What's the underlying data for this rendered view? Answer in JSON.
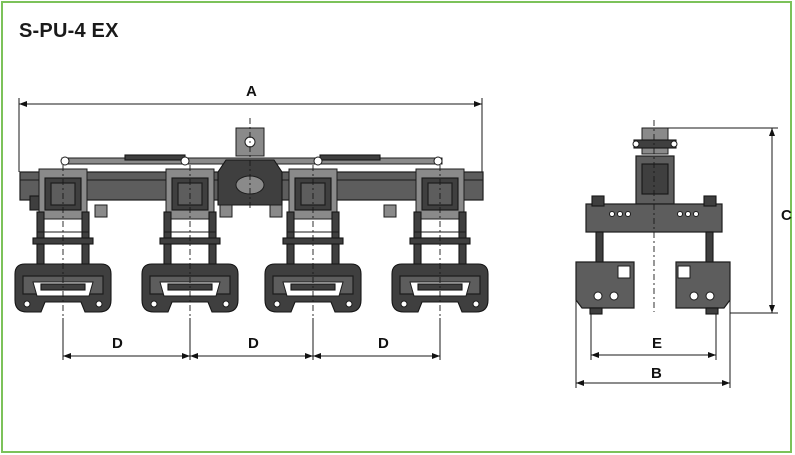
{
  "title": "S-PU-4 EX",
  "dimensions": {
    "A": "A",
    "B": "B",
    "C": "C",
    "D": "D",
    "E": "E"
  },
  "colors": {
    "frame": "#7cc25a",
    "metal": "#5d5d5d",
    "dark": "#3f3f3f"
  }
}
